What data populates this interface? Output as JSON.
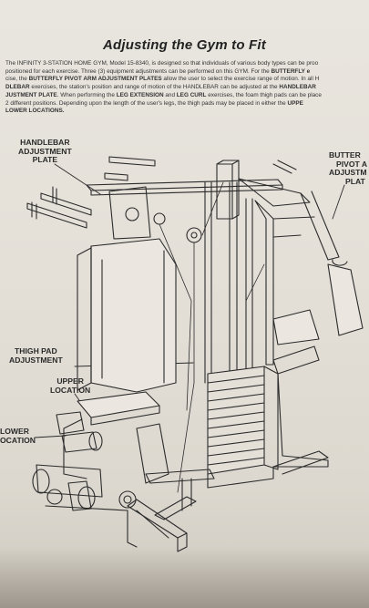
{
  "title": "Adjusting the Gym to Fit",
  "intro_lines": [
    [
      {
        "t": "The INFINITY 3-STATION HOME GYM, Model 15-8340, is designed so that individuals of various body types can be proo"
      }
    ],
    [
      {
        "t": "positioned for each exercise. Three (3) equipment adjustments can be performed on this GYM. For the "
      },
      {
        "t": "BUTTERFLY e",
        "b": true
      }
    ],
    [
      {
        "t": "cise, the "
      },
      {
        "t": "BUTTERFLY PIVOT ARM ADJUSTMENT PLATES",
        "b": true
      },
      {
        "t": " allow the user to select the exercise range of motion. In all H"
      }
    ],
    [
      {
        "t": "DLEBAR",
        "b": true
      },
      {
        "t": " exercises, the station's position and range of motion of the HANDLEBAR can be adjusted at the "
      },
      {
        "t": "HANDLEBAR",
        "b": true
      }
    ],
    [
      {
        "t": "JUSTMENT PLATE",
        "b": true
      },
      {
        "t": ". When performing the "
      },
      {
        "t": "LEG EXTENSION",
        "b": true
      },
      {
        "t": " and "
      },
      {
        "t": "LEG CURL",
        "b": true
      },
      {
        "t": " exercises, the foam thigh pads can be place"
      }
    ],
    [
      {
        "t": "2 different positions. Depending upon the length of the user's legs, the thigh pads may be placed in either the "
      },
      {
        "t": "UPPE",
        "b": true
      }
    ],
    [
      {
        "t": "LOWER LOCATIONS.",
        "b": true
      }
    ]
  ],
  "callouts": {
    "handlebar_plate": [
      "HANDLEBAR",
      "ADJUSTMENT",
      "PLATE"
    ],
    "butterfly": [
      "BUTTER",
      "PIVOT A",
      "ADJUSTM",
      "PLAT"
    ],
    "thigh_pad": [
      "THIGH PAD",
      "ADJUSTMENT"
    ],
    "upper_location": [
      "UPPER",
      "LOCATION"
    ],
    "lower_location": [
      "LOWER",
      "OCATION"
    ]
  },
  "colors": {
    "paper": "#e6e2da",
    "ink": "#2a2a2a"
  }
}
